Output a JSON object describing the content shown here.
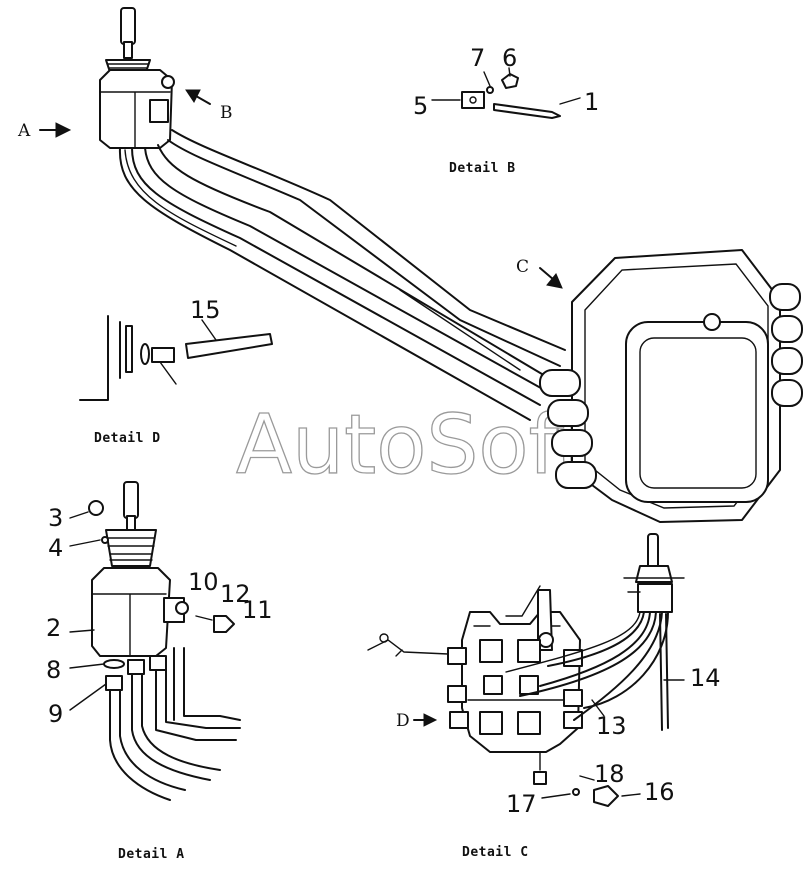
{
  "watermark": "AutoSoft",
  "arrow_labels": {
    "a": "A",
    "b": "B",
    "c": "C",
    "d": "D"
  },
  "captions": {
    "detail_a": "Detail A",
    "detail_b": "Detail B",
    "detail_c": "Detail C",
    "detail_d": "Detail D"
  },
  "part_numbers": {
    "p1": "1",
    "p2": "2",
    "p3": "3",
    "p4": "4",
    "p5": "5",
    "p6": "6",
    "p7": "7",
    "p8": "8",
    "p9": "9",
    "p10": "10",
    "p11": "11",
    "p12": "12",
    "p13": "13",
    "p14": "14",
    "p15": "15",
    "p16": "16",
    "p17": "17",
    "p18": "18"
  }
}
